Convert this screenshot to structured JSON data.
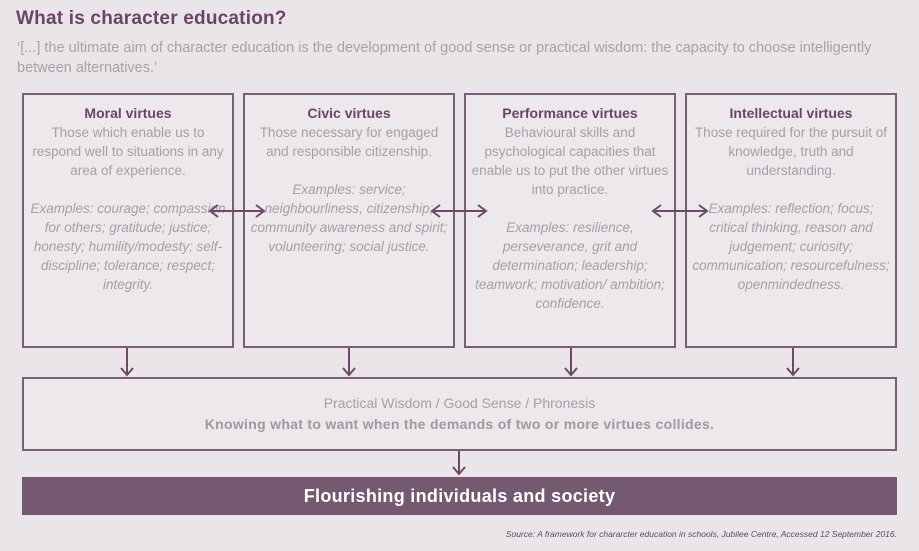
{
  "page": {
    "title": "What is character education?",
    "quote": "‘[...] the ultimate aim of character education is the development of good sense or practical wisdom: the capacity to choose intelligently between alternatives.’",
    "source": "Source: A framework for chararcter education in schools, Jubilee Centre, Accessed 12 September 2016."
  },
  "virtue_boxes": [
    {
      "title": "Moral virtues",
      "description": "Those which enable us to respond well to situations in any area of experience.",
      "examples": "Examples: courage; compassion for others; gratitude; justice; honesty; humility/modesty; self-discipline; tolerance; respect; integrity."
    },
    {
      "title": "Civic virtues",
      "description": "Those necessary for engaged and responsible citizenship.",
      "examples": "Examples: service; neighbourliness, citizenship; community awareness and spirit; volunteering; social justice."
    },
    {
      "title": "Performance virtues",
      "description": "Behavioural skills and psychological capacities that enable us to put the other virtues into practice.",
      "examples": "Examples: resilience, perseverance, grit and determination; leadership; teamwork; motivation/ ambition; confidence."
    },
    {
      "title": "Intellectual virtues",
      "description": "Those required for the pursuit of knowledge, truth and understanding.",
      "examples": "Examples: reflection; focus; critical thinking, reason and judgement; curiosity; communication; resourcefulness; openmindedness."
    }
  ],
  "wisdom_box": {
    "line1": "Practical Wisdom / Good Sense / Phronesis",
    "line2": "Knowing what to want when the demands of two or more virtues collides."
  },
  "banner": {
    "label": "Flourishing individuals and society"
  },
  "icons": {
    "horizontal_double_arrow": "double-headed-arrow",
    "vertical_down_arrow": "down-arrow"
  },
  "colors": {
    "background": "#e9e5e9",
    "box_background": "#ece8ec",
    "box_border": "#7b5d78",
    "accent_purple": "#6b4466",
    "body_gray": "#a5a0a6",
    "banner_background": "#745971",
    "banner_text": "#ffffff"
  }
}
